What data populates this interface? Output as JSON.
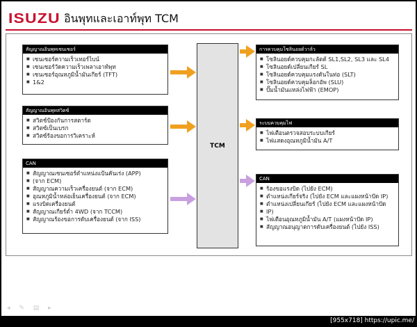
{
  "header": {
    "brand": "ISUZU",
    "title": "อินพุทและเอาท์พุท TCM"
  },
  "center": {
    "label": "TCM"
  },
  "inputs": {
    "sensors": {
      "heading": "สัญญาณอินพุทเซนเซอร์",
      "items": [
        "เซนเซอร์ความเร็วเทอร์ไบน์",
        "เซนเซอร์วัดความเร็วเพลาเอาท์พุท",
        "เซนเซอร์อุณหภูมิน้ำมันเกียร์ (TFT)",
        "1&2"
      ]
    },
    "switches": {
      "heading": "สัญญาณอินพุทสวิตซ์",
      "items": [
        "สวิตช์ป้องกันการสตาร์ต",
        "สวิตซ์เป็นเบรก",
        "สวิตซ์ร้องขอการวิเคราะห์"
      ]
    },
    "can": {
      "heading": "CAN",
      "items": [
        "สัญญาณเซนเซอร์ตำแหน่งแป้นคันเร่ง (APP)",
        "(จาก ECM)",
        "สัญญาณความเร็วเครื่องยนต์ (จาก ECM)",
        "อุณหภูมิน้ำหล่อเย็นเครื่องยนต์ (จาก ECM)",
        "แรงบิดเครื่องยนต์",
        "สัญญาณเกียร์ต่ำ 4WD (จาก TCCM)",
        "สัญญาณร้องขอการดับเครื่องยนต์ (จาก ISS)"
      ]
    }
  },
  "outputs": {
    "hydraulic": {
      "heading": "การควบคุมโซลินอยด์วาล์ว",
      "items": [
        "โซลินอยด์ควบคุมกะลัตต์ SL1,SL2, SL3 และ SL4",
        "โซลินอยด์เปลี่ยนเกียร์ SL",
        "โซลินอยด์ควบคุมแรงดันในท่อ (SLT)",
        "โซลินอยด์ควบคุมล็อกอัพ (SLU)",
        "ปั๊มน้ำมันแหล่งไฟฟ้า (EMOP)"
      ]
    },
    "electric": {
      "heading": "ระบบควบคุมไฟ",
      "items": [
        "ไฟเตือนตรวจสอบระบบเกียร์",
        "ไฟแสดงอุณหภูมิน้ำมัน A/T"
      ]
    },
    "can": {
      "heading": "CAN",
      "items": [
        "ร้องขอแรงบิด (ไปยัง ECM)",
        "ตำแหน่งเกียร์จริง (ไปยัง ECM และแผงหน้าปัด IP)",
        "ตำแหน่งเปลี่ยนเกียร์ (ไปยัง ECM และแผงหน้าปัด",
        "IP)",
        "ไฟเตือนอุณหภูมิน้ำมัน A/T (แผงหน้าปัด IP)",
        "สัญญาณอนุญาตการดับเครื่องยนต์ (ไปยัง ISS)"
      ]
    }
  },
  "colors": {
    "brand": "#c8102e",
    "arrow_orange": "#f0a020",
    "arrow_purple": "#c8a0e0"
  },
  "watermark": "[955x718] https://upic.me/"
}
